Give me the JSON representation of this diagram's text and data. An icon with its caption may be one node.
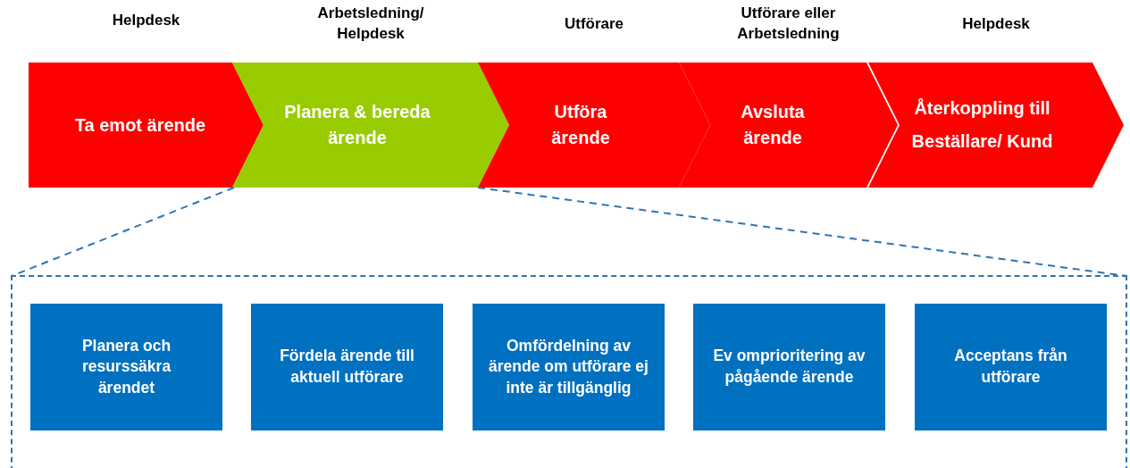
{
  "diagram": {
    "nodes": [
      {
        "text": [
          "Ta emot ärende"
        ],
        "beside": [
          "Helpdesk"
        ]
      },
      {
        "text": [
          "Planera & bereda ärende"
        ],
        "beside": [
          "Arbetsledning/ Helpdesk"
        ]
      },
      {
        "text": [
          "Utföra ärende"
        ],
        "beside": [
          "Utförare"
        ]
      },
      {
        "text": [
          "Avsluta ärende"
        ],
        "beside": [
          "Utförare eller Arbetsledning"
        ]
      },
      {
        "text": [
          "Återkoppling till Beställare/ Kund"
        ],
        "beside": [
          "Helpdesk"
        ]
      },
      {
        "text": [],
        "shape": "box"
      },
      {
        "text": [
          "Planera och resurssäkra ärendet"
        ],
        "in": 5
      },
      {
        "text": [
          "Fördela ärende till aktuell utförare"
        ],
        "in": 5
      },
      {
        "text": [
          "Omfördelning av ärende om utförare ej inte är tillgänglig"
        ],
        "in": 5
      },
      {
        "text": [
          "Ev omprioritering av pågående ärende"
        ],
        "in": 5
      },
      {
        "text": [
          "Acceptans från utförare"
        ],
        "in": 5
      }
    ],
    "edges": [
      {
        "from": 1,
        "to": 5,
        "arrow": "none",
        "style": "dashed"
      },
      {
        "from": 1,
        "to": 5,
        "arrow": "none",
        "style": "dashed"
      }
    ]
  }
}
